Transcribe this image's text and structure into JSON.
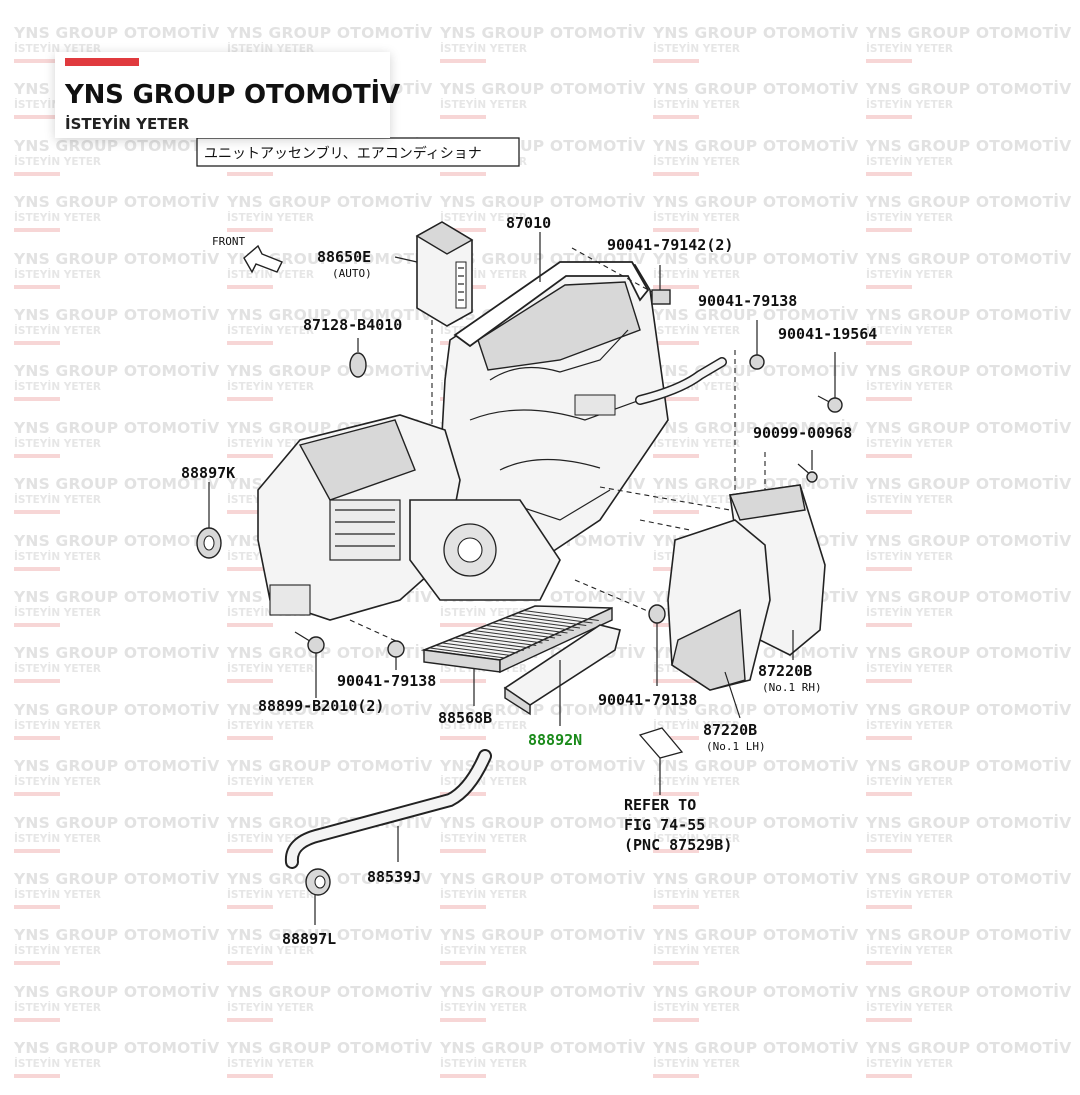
{
  "brand": {
    "name": "YNS GROUP OTOMOTİV",
    "slogan": "İSTEYİN YETER",
    "accent_color": "#e03a3e"
  },
  "watermark": {
    "line1": "YNS GROUP OTOMOTİV",
    "line2": "İSTEYİN YETER"
  },
  "diagram": {
    "header_jp": "ユニットアッセンブリ、エアコンディショナ",
    "front_label": "FRONT",
    "labels": {
      "p87010": "87010",
      "p88650E": "88650E",
      "p88650E_sub": "(AUTO)",
      "p90041_79142": "90041-79142(2)",
      "p90041_79138_top": "90041-79138",
      "p87128_B4010": "87128-B4010",
      "p90041_19564": "90041-19564",
      "p90099_00968": "90099-00968",
      "p88897K": "88897K",
      "p90041_79138_left": "90041-79138",
      "p88899_B2010": "88899-B2010(2)",
      "p88568B": "88568B",
      "p88892N": "88892N",
      "p90041_79138_right": "90041-79138",
      "p87220B_rh": "87220B",
      "p87220B_rh_sub": "(No.1 RH)",
      "p87220B_lh": "87220B",
      "p87220B_lh_sub": "(No.1 LH)",
      "refer1": "REFER TO",
      "refer2": "FIG 74-55",
      "refer3": "(PNC 87529B)",
      "p88539J": "88539J",
      "p88897L": "88897L"
    },
    "highlight_color": "#1a8a1a"
  }
}
